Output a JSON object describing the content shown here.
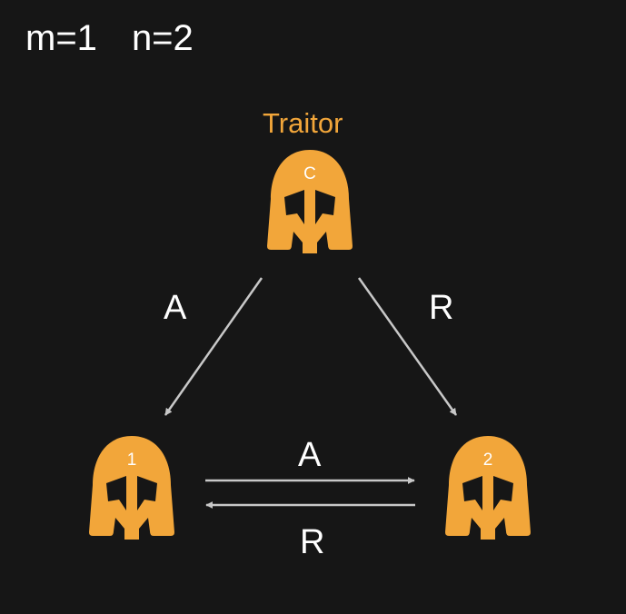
{
  "params": {
    "m": "m=1",
    "n": "n=2"
  },
  "commander": {
    "role": "Traitor",
    "id": "C"
  },
  "lieutenants": [
    {
      "id": "1"
    },
    {
      "id": "2"
    }
  ],
  "messages": {
    "c_to_1": "A",
    "c_to_2": "R",
    "l1_to_l2": "A",
    "l2_to_l1": "R"
  },
  "colors": {
    "background": "#161616",
    "helmet": "#f2a63a",
    "arrow": "#c8c8c8",
    "text": "#ffffff"
  }
}
